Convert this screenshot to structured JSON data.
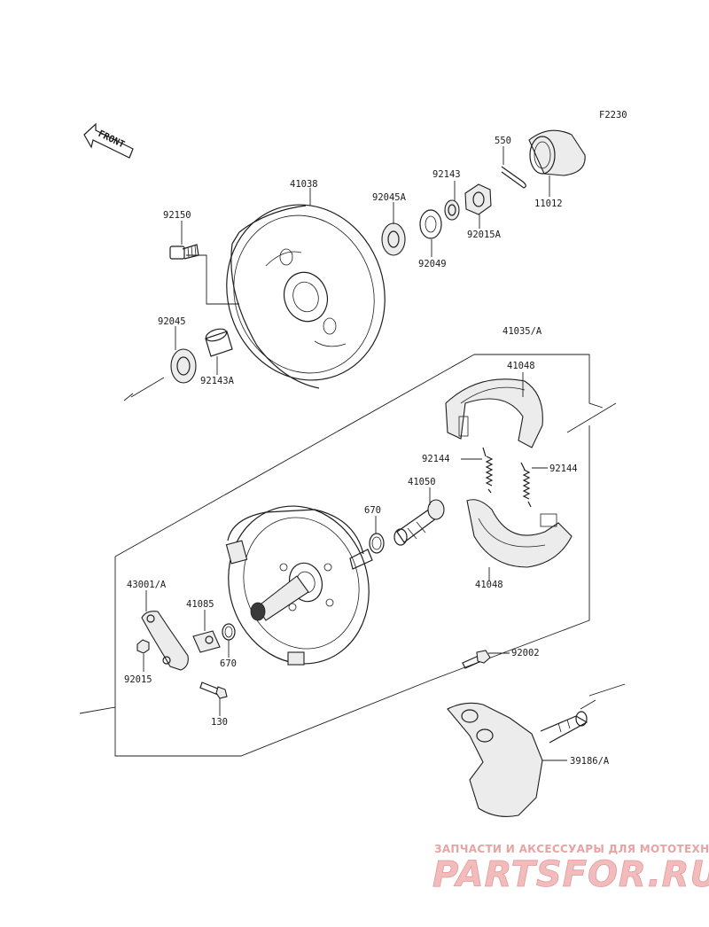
{
  "diagram": {
    "figure_code": "F2230",
    "front_arrow_label": "FRONT",
    "part_labels": {
      "p41038": "41038",
      "p92150": "92150",
      "p92045": "92045",
      "p92143A": "92143A",
      "p92045A": "92045A",
      "p92049": "92049",
      "p92143": "92143",
      "p92015A": "92015A",
      "p550": "550",
      "p11012": "11012",
      "p41035A": "41035/A",
      "p41048_top": "41048",
      "p92144_left": "92144",
      "p92144_right": "92144",
      "p41050": "41050",
      "p670_top": "670",
      "p41048_bottom": "41048",
      "p43001A": "43001/A",
      "p41085": "41085",
      "p670_bottom": "670",
      "p92015": "92015",
      "p130": "130",
      "p92002": "92002",
      "p39186A": "39186/A"
    }
  },
  "watermark": {
    "tagline": "ЗАПЧАСТИ И АКСЕССУАРЫ ДЛЯ МОТОТЕХНИКИ",
    "brand": "PARTSFOR.RU",
    "colors": {
      "fill": "#f2bcbc",
      "stroke": "#e39a9a"
    }
  }
}
